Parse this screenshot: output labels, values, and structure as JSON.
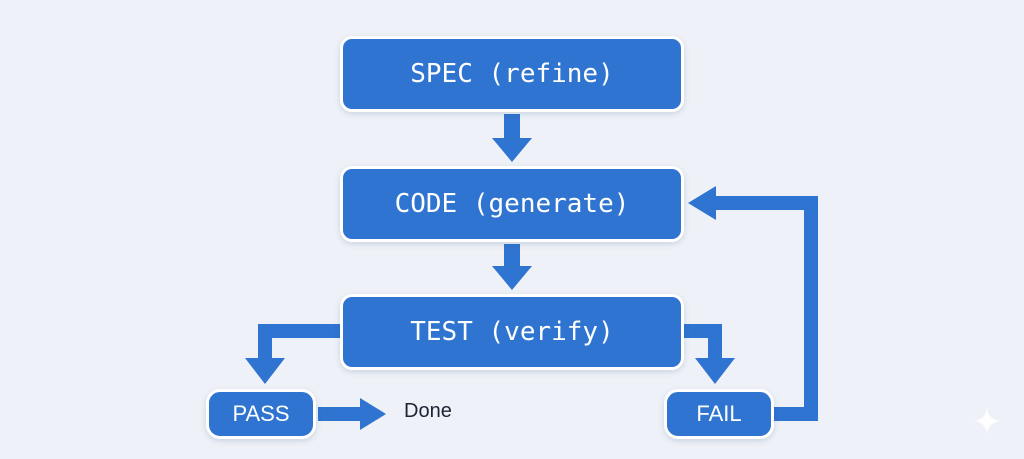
{
  "diagram": {
    "nodes": {
      "spec": {
        "label": "SPEC (refine)"
      },
      "code": {
        "label": "CODE (generate)"
      },
      "test": {
        "label": "TEST (verify)"
      },
      "pass": {
        "label": "PASS"
      },
      "fail": {
        "label": "FAIL"
      }
    },
    "end_label": "Done",
    "edges": [
      {
        "from": "spec",
        "to": "code"
      },
      {
        "from": "code",
        "to": "test"
      },
      {
        "from": "test",
        "to": "pass"
      },
      {
        "from": "test",
        "to": "fail"
      },
      {
        "from": "pass",
        "to": "end_label"
      },
      {
        "from": "fail",
        "to": "code"
      }
    ]
  },
  "icons": {
    "watermark": "sparkle-icon"
  },
  "colors": {
    "background": "#eef1f7",
    "node_fill": "#2f74d0",
    "node_border": "#ffffff",
    "arrow": "#2f74d0",
    "label_text": "#1d2433"
  }
}
